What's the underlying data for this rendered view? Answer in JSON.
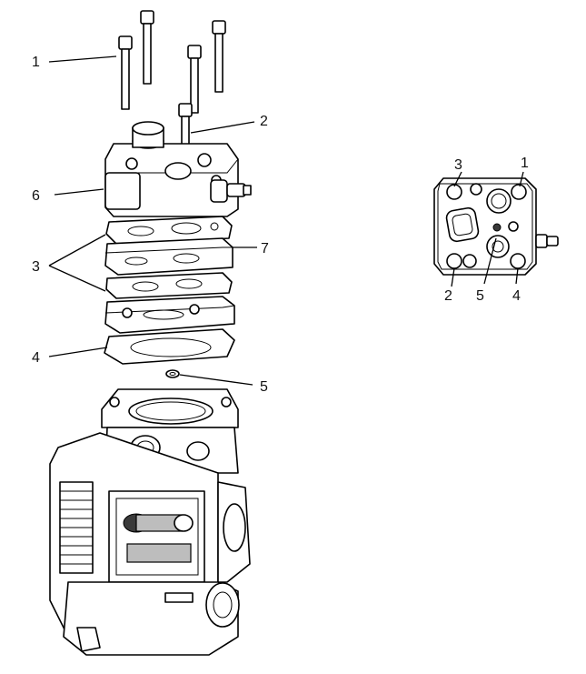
{
  "exploded_view": {
    "labels": {
      "bolts": "1",
      "single_bolt": "2",
      "gaskets": "3",
      "base_gasket": "4",
      "o_ring": "5",
      "cylinder_head": "6",
      "valve_plate": "7"
    }
  },
  "top_view": {
    "labels": {
      "tl": "3",
      "tr": "1",
      "bl": "2",
      "bm": "5",
      "br": "4"
    }
  },
  "colors": {
    "line": "#000000",
    "background": "#ffffff",
    "shade": "#bdbdbd"
  }
}
